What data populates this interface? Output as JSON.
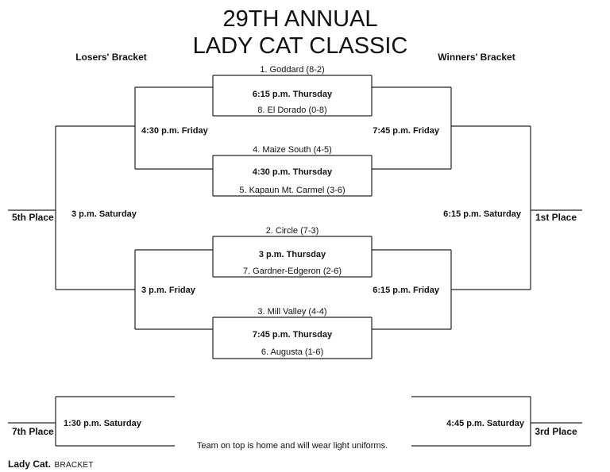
{
  "title": {
    "line1": "29TH ANNUAL",
    "line2": "LADY CAT CLASSIC"
  },
  "headers": {
    "losers": "Losers' Bracket",
    "winners": "Winners' Bracket"
  },
  "games": [
    {
      "top": "1. Goddard (8-2)",
      "time": "6:15 p.m. Thursday",
      "bottom": "8. El Dorado (0-8)"
    },
    {
      "top": "4. Maize South (4-5)",
      "time": "4:30 p.m. Thursday",
      "bottom": "5. Kapaun Mt. Carmel (3-6)"
    },
    {
      "top": "2. Circle (7-3)",
      "time": "3 p.m. Thursday",
      "bottom": "7. Gardner-Edgeron (2-6)"
    },
    {
      "top": "3. Mill Valley (4-4)",
      "time": "7:45 p.m. Thursday",
      "bottom": "6. Augusta (1-6)"
    }
  ],
  "losers": {
    "upper": "4:30 p.m. Friday",
    "lower": "3 p.m. Friday",
    "fifth_game": "3 p.m. Saturday",
    "seventh_game": "1:30 p.m. Saturday"
  },
  "winners": {
    "upper": "7:45 p.m. Friday",
    "lower": "6:15 p.m. Friday",
    "final": "6:15 p.m. Saturday",
    "third_game": "4:45 p.m. Saturday"
  },
  "places": {
    "fifth": "5th Place",
    "seventh": "7th Place",
    "first": "1st Place",
    "third": "3rd Place"
  },
  "footer_note": "Team on top is home and will wear light uniforms.",
  "caption": {
    "brand": "Lady Cat.",
    "tag": "BRACKET"
  }
}
